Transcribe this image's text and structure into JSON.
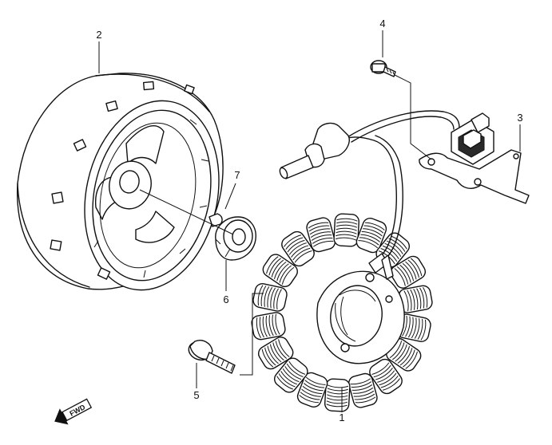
{
  "diagram": {
    "callouts": [
      "1",
      "2",
      "3",
      "4",
      "5",
      "6",
      "7"
    ],
    "fwd_label": "FWD"
  }
}
